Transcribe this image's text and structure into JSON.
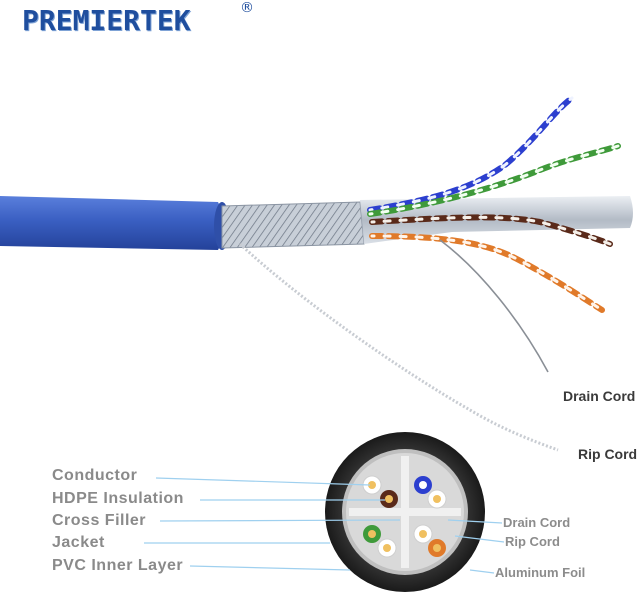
{
  "brand": {
    "logo_text": "REMIERTEK",
    "logo_initial": "P",
    "registered_mark": "®"
  },
  "callouts": {
    "drain_cord": "Drain Cord",
    "rip_cord": "Rip Cord"
  },
  "cross_section": {
    "left_labels": [
      "Conductor",
      "HDPE Insulation",
      "Cross Filler",
      "Jacket",
      "PVC Inner Layer"
    ],
    "right_labels": [
      "Drain Cord",
      "Rip Cord",
      "Aluminum Foil"
    ]
  },
  "colors": {
    "jacket_blue": "#3a5fc2",
    "label_line": "#9fd0ef",
    "pair_blue": "#2c3fcf",
    "pair_green": "#3f9a3a",
    "pair_brown": "#5a2a1a",
    "pair_orange": "#e07a2a"
  }
}
